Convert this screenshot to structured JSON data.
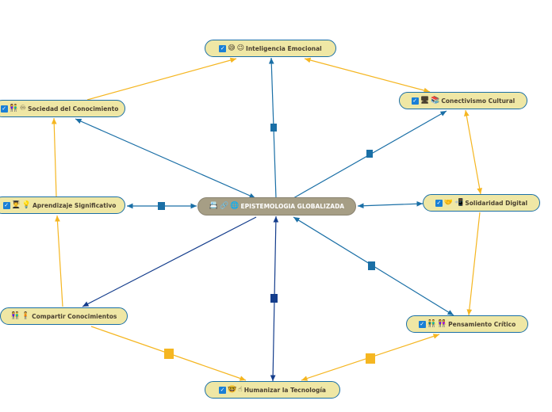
{
  "colors": {
    "blue_link": "#1a6fa6",
    "dark_link": "#143d8c",
    "orange_link": "#f5b621",
    "node_fill": "#efe7a5",
    "center_fill": "#a69e85"
  },
  "center": {
    "label": "EPISTEMOLOGIA GLOBALIZADA",
    "icons": [
      "info-icon",
      "link-icon",
      "globe-icon"
    ]
  },
  "nodes": {
    "inteligencia": {
      "label": "Inteligencia Emocional",
      "icons": [
        "checkbox-icon",
        "smile-icon",
        "wink-icon"
      ]
    },
    "conectivismo": {
      "label": "Conectivismo Cultural",
      "icons": [
        "checkbox-icon",
        "computer-icon",
        "books-icon"
      ]
    },
    "sociedad": {
      "label": "Sociedad del Conocimiento",
      "icons": [
        "checkbox-icon",
        "people-icon",
        "infinity-icon"
      ]
    },
    "solidaridad": {
      "label": "Solidaridad Digital",
      "icons": [
        "checkbox-icon",
        "handshake-icon",
        "phone-icon"
      ]
    },
    "aprendizaje": {
      "label": "Aprendizaje Significativo",
      "icons": [
        "checkbox-icon",
        "student-icon",
        "bulb-icon"
      ]
    },
    "compartir": {
      "label": "Compartir Conocimientos",
      "icons": [
        "people-icon",
        "person-icon"
      ]
    },
    "pensamiento": {
      "label": "Pensamiento Crítico",
      "icons": [
        "checkbox-icon",
        "people-icon",
        "people-icon"
      ]
    },
    "humanizar": {
      "label": "Humanizar la Tecnología",
      "icons": [
        "checkbox-icon",
        "face-icon",
        "hand-icon"
      ]
    }
  }
}
